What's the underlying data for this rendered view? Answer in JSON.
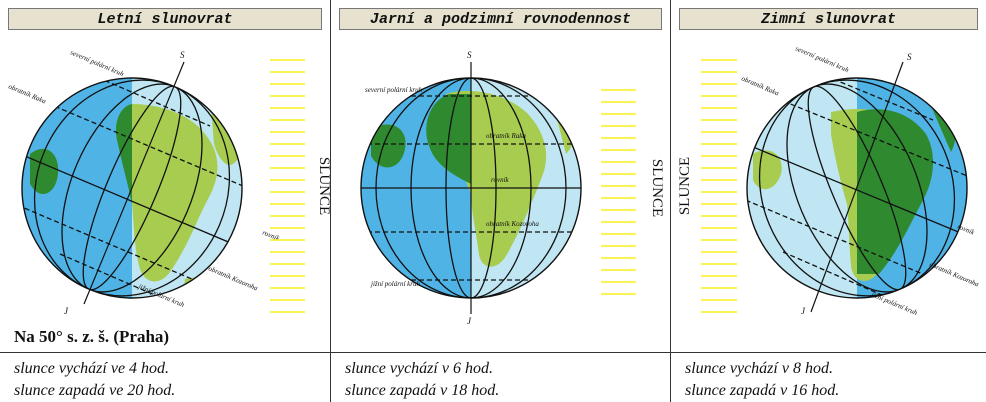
{
  "panels": [
    {
      "title": "Letní slunovrat",
      "caption_title": "Na 50° s. z. š. (Praha)",
      "lines": [
        "slunce vychází ve 4 hod.",
        "slunce zapadá ve 20 hod."
      ],
      "sun_label": "SLUNCE",
      "labels": {
        "north_pole": "S",
        "south_pole": "J",
        "arctic": "severní polární kruh",
        "cancer": "obratník Raka",
        "equator": "rovník",
        "capricorn": "obratník Kozoroha",
        "antarctic": "jižní polární kruh"
      }
    },
    {
      "title": "Jarní a podzimní rovnodennost",
      "caption_title": "",
      "lines": [
        "slunce vychází v 6 hod.",
        "slunce zapadá v 18 hod."
      ],
      "sun_label": "SLUNCE",
      "labels": {
        "north_pole": "S",
        "south_pole": "J",
        "arctic": "severní polární kruh",
        "cancer": "obratník Raka",
        "equator": "rovník",
        "capricorn": "obratník Kozoroha",
        "antarctic": "jižní polární kruh"
      }
    },
    {
      "title": "Zimní slunovrat",
      "caption_title": "",
      "lines": [
        "slunce vychází v 8 hod.",
        "slunce zapadá v 16 hod."
      ],
      "sun_label": "SLUNCE",
      "labels": {
        "north_pole": "S",
        "south_pole": "J",
        "arctic": "severní polární kruh",
        "cancer": "obratník Raka",
        "equator": "rovník",
        "capricorn": "obratník Kozoroha",
        "antarctic": "jižní polární kruh"
      }
    }
  ],
  "colors": {
    "ocean_day": "#bfe6f2",
    "ocean_night": "#4fb3e6",
    "land_day": "#a7cc4f",
    "land_night": "#2f8a2f",
    "arrow": "#f7ef1a",
    "title_bg": "#e7e2cf"
  }
}
